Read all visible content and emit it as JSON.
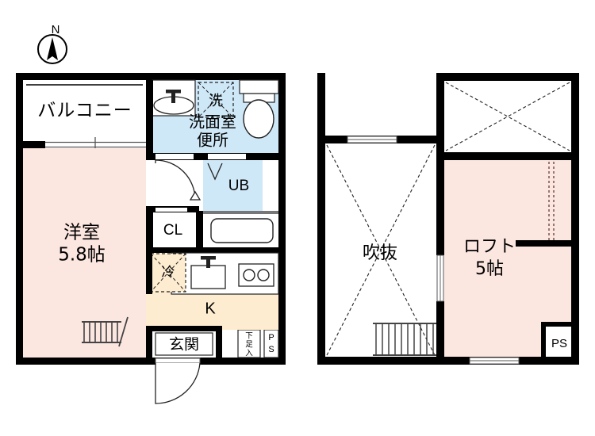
{
  "document": {
    "type": "japanese-floor-plan",
    "title": "間取り図",
    "background_color": "#ffffff"
  },
  "compass": {
    "label": "N",
    "name": "north-arrow"
  },
  "colors": {
    "wall": "#000000",
    "room_pink": "#fce6e0",
    "water_blue": "#cfe8f8",
    "kitchen_cream": "#fdecd0",
    "white": "#ffffff",
    "line_gray": "#666666",
    "dashed": "#333333"
  },
  "plans": [
    {
      "id": "first-floor",
      "name": "first-floor-plan",
      "rooms": [
        {
          "key": "balcony",
          "label": "バルコニー",
          "size": "",
          "fill": "#ffffff"
        },
        {
          "key": "washroom",
          "label": "洗面室",
          "sub": "便所",
          "fill": "#cfe8f8"
        },
        {
          "key": "laundry",
          "label": "洗",
          "fill": "#cfe8f8"
        },
        {
          "key": "unitbath",
          "label": "UB",
          "fill": "#cfe8f8"
        },
        {
          "key": "closet",
          "label": "CL",
          "fill": "#ffffff"
        },
        {
          "key": "fridge",
          "label": "冷",
          "fill": "#fdecd0"
        },
        {
          "key": "kitchen",
          "label": "K",
          "fill": "#fdecd0"
        },
        {
          "key": "room",
          "label": "洋室",
          "size": "5.8帖",
          "fill": "#fce6e0"
        },
        {
          "key": "entrance",
          "label": "玄関",
          "fill": "#ffffff"
        },
        {
          "key": "shoebox",
          "label": "下足入",
          "fill": "#ffffff"
        },
        {
          "key": "pipespace",
          "label": "PS",
          "fill": "#ffffff"
        }
      ]
    },
    {
      "id": "loft-floor",
      "name": "loft-floor-plan",
      "rooms": [
        {
          "key": "void",
          "label": "吹抜",
          "fill": "#ffffff"
        },
        {
          "key": "loft",
          "label": "ロフト",
          "size": "5帖",
          "fill": "#fce6e0"
        },
        {
          "key": "pipespace",
          "label": "PS",
          "fill": "#ffffff"
        }
      ]
    }
  ],
  "labels": {
    "balcony": "バルコニー",
    "washroom_main": "洗面室",
    "washroom_sub": "便所",
    "laundry": "洗",
    "unit_bath": "UB",
    "closet": "CL",
    "fridge": "冷",
    "kitchen": "K",
    "room_name": "洋室",
    "room_size": "5.8帖",
    "entrance": "玄関",
    "shoebox_line1": "下",
    "shoebox_line2": "足",
    "shoebox_line3": "入",
    "pipe_space_1f_line1": "P",
    "pipe_space_1f_line2": "S",
    "void": "吹抜",
    "loft_name": "ロフト",
    "loft_size": "5帖",
    "pipe_space_loft": "PS"
  }
}
